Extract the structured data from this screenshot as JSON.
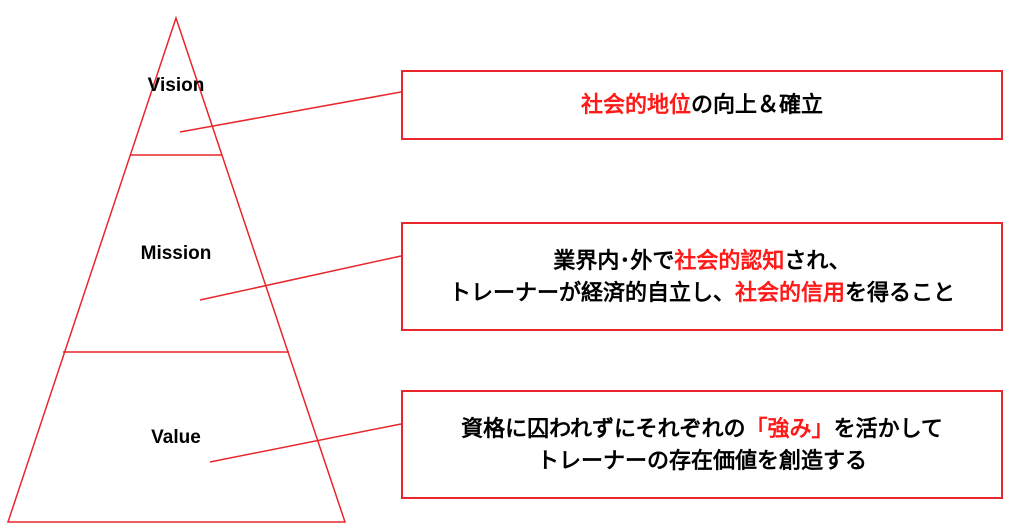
{
  "pyramid": {
    "levels": [
      {
        "label": "Vision"
      },
      {
        "label": "Mission"
      },
      {
        "label": "Value"
      }
    ]
  },
  "boxes": {
    "vision": {
      "red1": "社会的地位",
      "text1": "の向上＆確立"
    },
    "mission": {
      "line1_a": "業界内･外で",
      "line1_red": "社会的認知",
      "line1_b": "され、",
      "line2_a": "トレーナーが経済的自立し、",
      "line2_red": "社会的信用",
      "line2_b": "を得ること"
    },
    "value": {
      "line1_a": "資格に囚われずにそれぞれの",
      "line1_red": "「強み」",
      "line1_b": "を活かして",
      "line2": "トレーナーの存在価値を創造する"
    }
  },
  "colors": {
    "accent": "#ff1a1a",
    "border": "#e8262b"
  }
}
